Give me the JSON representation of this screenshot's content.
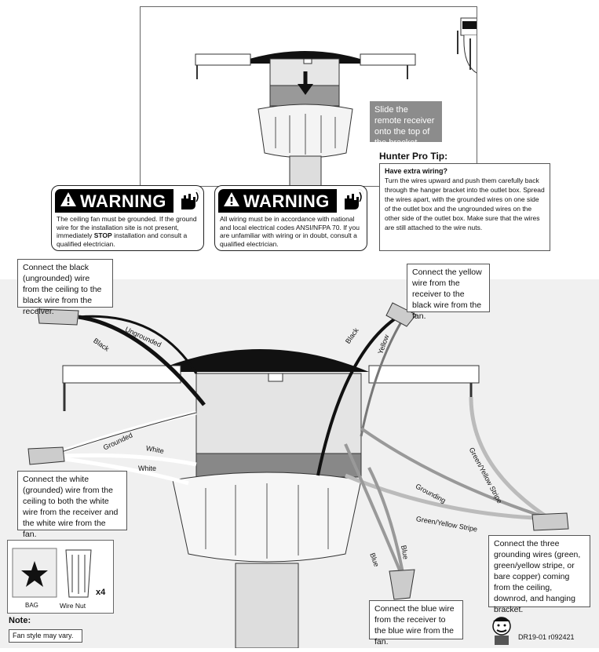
{
  "top_step": {
    "callout": "Slide the remote receiver onto the top of the bracket."
  },
  "tip": {
    "title": "Hunter Pro Tip:",
    "heading": "Have extra wiring?",
    "body": "Turn the wires upward and push them carefully back through the hanger bracket into the outlet box. Spread the wires apart, with the grounded wires on one side of the outlet box and the ungrounded wires on the other side of the outlet box. Make sure that the wires are still attached to the wire nuts."
  },
  "warnings": [
    {
      "title": "WARNING",
      "text_pre": "The ceiling fan must be grounded. If the ground wire for the installation site is not present, immediately ",
      "text_bold": "STOP",
      "text_post": " installation and consult a qualified electrician."
    },
    {
      "title": "WARNING",
      "text": "All wiring must be in accordance with national and local electrical codes ANSI/NFPA 70.  If you are unfamiliar with wiring or in doubt, consult a qualified electrician."
    }
  ],
  "callouts": {
    "black": "Connect the black (ungrounded) wire from the ceiling to the black wire from the receiver.",
    "yellow": "Connect the yellow wire from the receiver to the black wire from the fan.",
    "white": "Connect the white (grounded) wire from the ceiling to both the white wire from the receiver and the white wire from the fan.",
    "grounding": "Connect the three grounding wires (green, green/yellow stripe, or bare copper) coming from the ceiling, downrod, and hanging bracket.",
    "blue": "Connect the blue wire from the receiver to the blue wire from the fan."
  },
  "wire_labels": {
    "ungrounded": "Ungrounded",
    "black_left": "Black",
    "black_right": "Black",
    "yellow": "Yellow",
    "grounded": "Grounded",
    "white1": "White",
    "white2": "White",
    "green_yellow_stripe_right": "Green/Yellow Stripe",
    "grounding": "Grounding",
    "green_yellow_stripe_lower": "Green/Yellow Stripe",
    "blue1": "Blue",
    "blue2": "Blue"
  },
  "parts": {
    "bag_label": "BAG",
    "wire_nut_label": "Wire Nut",
    "quantity": "x4"
  },
  "note": {
    "title": "Note:",
    "text": "Fan style may vary."
  },
  "doc_id": "DR19-01 r092421",
  "colors": {
    "callout_gray": "#8c8c8c",
    "panel_gray": "#f0f0f0",
    "warning_black": "#000000"
  }
}
